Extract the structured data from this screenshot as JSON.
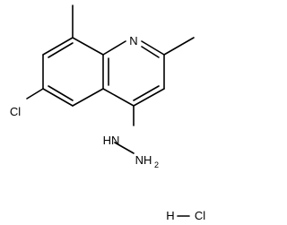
{
  "molecule": {
    "atoms": {
      "nitrogen": "N",
      "chlorine": "Cl",
      "hydrazine_nh": "HN",
      "hydrazine_nh2": "NH",
      "nh2_subscript": "2"
    },
    "salt": {
      "hydrogen": "H",
      "chlorine": "Cl"
    }
  }
}
